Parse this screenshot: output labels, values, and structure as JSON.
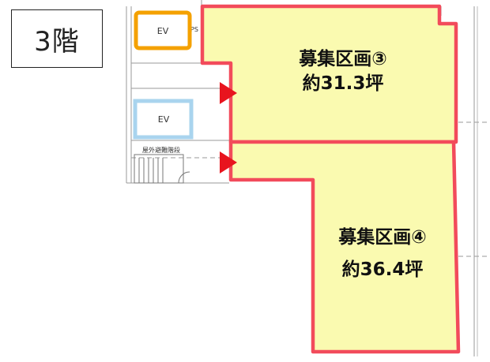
{
  "floor_label": "3階",
  "elevators": [
    {
      "label": "EV",
      "border_color": "#f4a100"
    },
    {
      "label": "EV",
      "border_color": "#a9d4ee"
    }
  ],
  "ps_label": "PS",
  "stair_label": "屋外避難階段",
  "zones": [
    {
      "name": "募集区画③",
      "area": "約31.3坪",
      "fill": "#fafab0",
      "border": "#f24b5b"
    },
    {
      "name": "募集区画④",
      "area": "約36.4坪",
      "fill": "#fafab0",
      "border": "#f24b5b"
    }
  ],
  "entrance_color": "#e8141e"
}
